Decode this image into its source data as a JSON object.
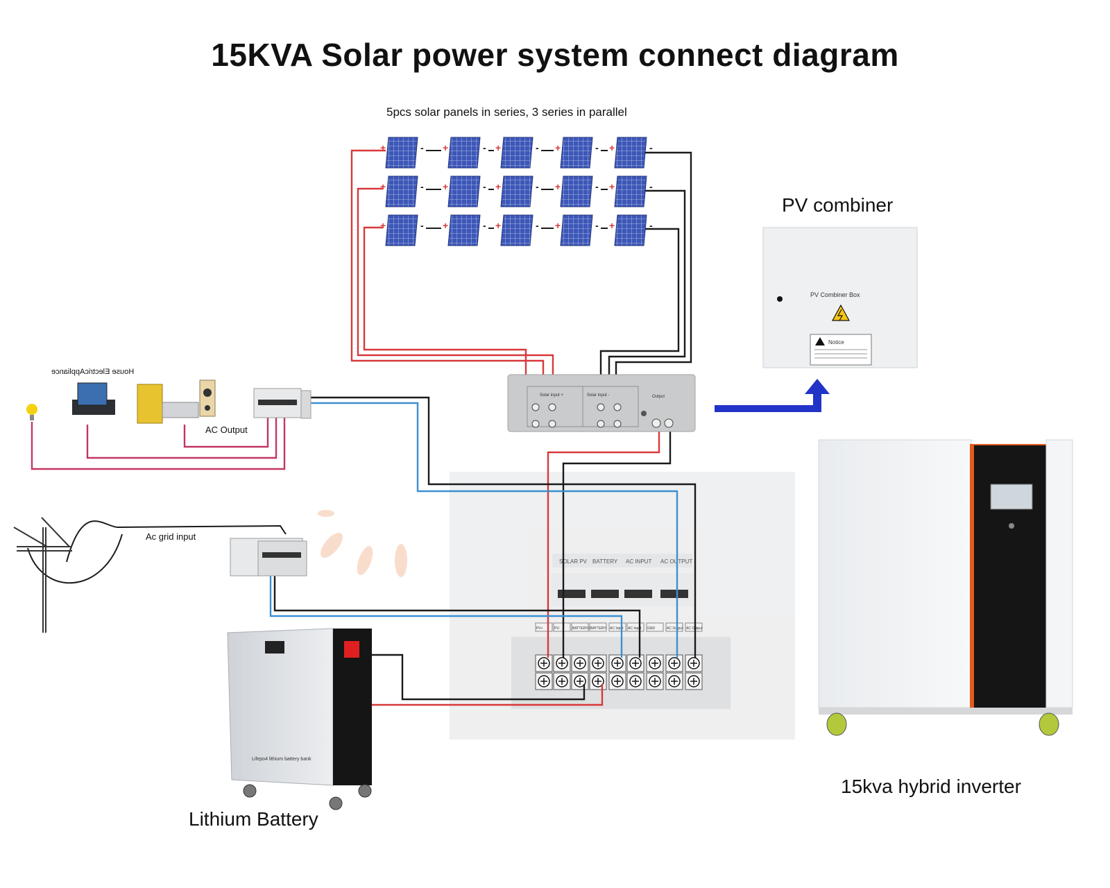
{
  "diagram": {
    "title": "15KVA Solar power system connect diagram",
    "panel_caption": "5pcs solar panels in series, 3 series in parallel",
    "combiner_label": "PV combiner",
    "combiner_box_text": "PV Combiner Box",
    "combiner_notice": "Notice",
    "inverter_label": "15kva hybrid inverter",
    "battery_label": "Lithium Battery",
    "battery_small_text": "Lifepo4 lithium battery bank",
    "ac_output_label": "AC Output",
    "ac_grid_label": "Ac grid input",
    "house_label": "House ElectricAppliance",
    "combiner_input_1": "Solar input +",
    "combiner_input_2": "Solar input -",
    "combiner_output": "Output",
    "inverter_top_headers": [
      "SOLAR PV",
      "BATTERY",
      "AC INPUT",
      "AC OUTPUT"
    ],
    "terminal_headers": [
      "PV+",
      "PV-",
      "BATTERY+",
      "BATTERY-",
      "AC Input",
      "AC Input",
      "GND",
      "AC Output",
      "AC Output"
    ],
    "panel_plus": "+",
    "panel_minus": "-",
    "colors": {
      "positive_wire": "#d8383a",
      "negative_wire": "#1a1a1a",
      "ac_wire_blue": "#3c8fd0",
      "ac_wire_magenta": "#c23660",
      "flow_arrow": "#2233c8",
      "panel_cell": "#3d57b8"
    }
  }
}
